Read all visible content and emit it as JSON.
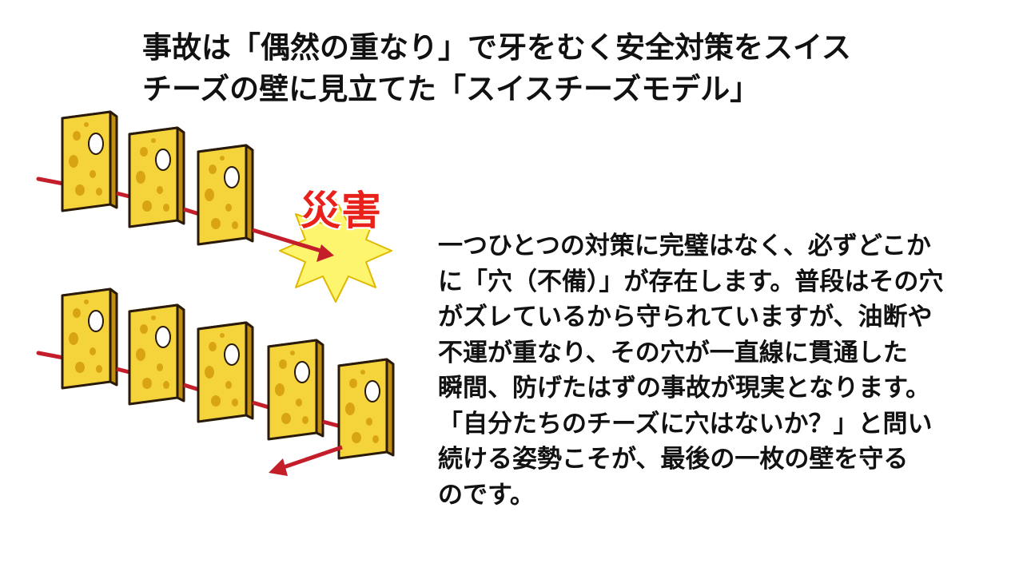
{
  "slide": {
    "title_lines": [
      "事故は「偶然の重なり」で牙をむく安全対策をスイス",
      "チーズの壁に見立てた「スイスチーズモデル」"
    ],
    "hazard_label": "災害",
    "body_lines": [
      "一つひとつの対策に完璧はなく、必ずどこか",
      "に「穴（不備）」が存在します。普段はその穴",
      "がズレているから守られていますが、油断や",
      "不運が重なり、その穴が一直線に貫通した",
      "瞬間、防げたはずの事故が現実となります。",
      "「自分たちのチーズに穴はないか？」と問い",
      "続ける姿勢こそが、最後の一枚の壁を守る",
      "のです。"
    ]
  },
  "colors": {
    "cheese_face": "#f5d33a",
    "cheese_side": "#d9a413",
    "cheese_outline": "#2a1a0a",
    "arrow": "#c41e2a",
    "burst": "#fdf56e",
    "hazard_text": "#e8211a"
  },
  "icons": {
    "cheese": "cheese-slice-icon",
    "arrow": "red-arrow-icon",
    "burst": "explosion-burst-icon"
  }
}
